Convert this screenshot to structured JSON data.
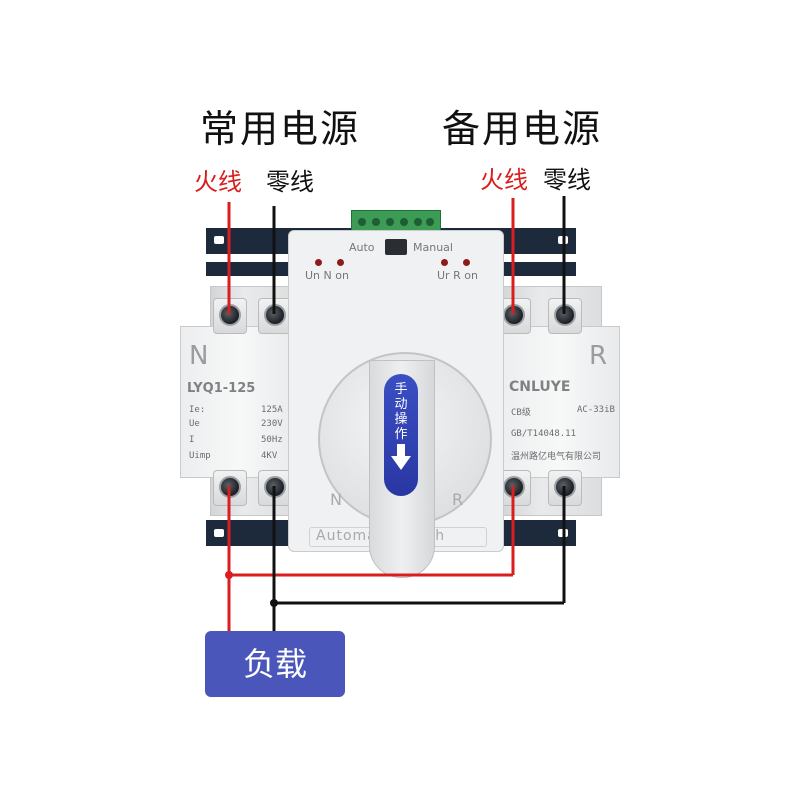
{
  "headings": {
    "primary_source": "常用电源",
    "backup_source": "备用电源"
  },
  "wire_labels": {
    "primary_live": "火线",
    "primary_neutral": "零线",
    "backup_live": "火线",
    "backup_neutral": "零线"
  },
  "device": {
    "left_letter": "N",
    "right_letter": "R",
    "left_model": "LYQ1-125",
    "brand": "CNLUYE",
    "specs_left": [
      {
        "key": "Ie:",
        "value": "125A"
      },
      {
        "key": "Ue",
        "value": "230V"
      },
      {
        "key": "I",
        "value": "50Hz"
      },
      {
        "key": "Uimp",
        "value": "4KV"
      }
    ],
    "spec_class": "CB级",
    "spec_code": "AC-33iB",
    "standard": "GB/T14048.11",
    "manufacturer": "温州路亿电气有限公司",
    "top_auto": "Auto",
    "top_manual": "Manual",
    "led_left_labels": "Un  N on",
    "led_right_labels": "Ur  R on",
    "handle_text": [
      "手",
      "动",
      "操",
      "作"
    ],
    "dial_left": "N",
    "dial_right": "R",
    "bottom_engraving": "Automa          r switch"
  },
  "load_label": "负载",
  "colors": {
    "live_wire": "#d81e1e",
    "neutral_wire": "#111111",
    "load_box": "#4a56b9",
    "handle": "#2f3fb0"
  }
}
